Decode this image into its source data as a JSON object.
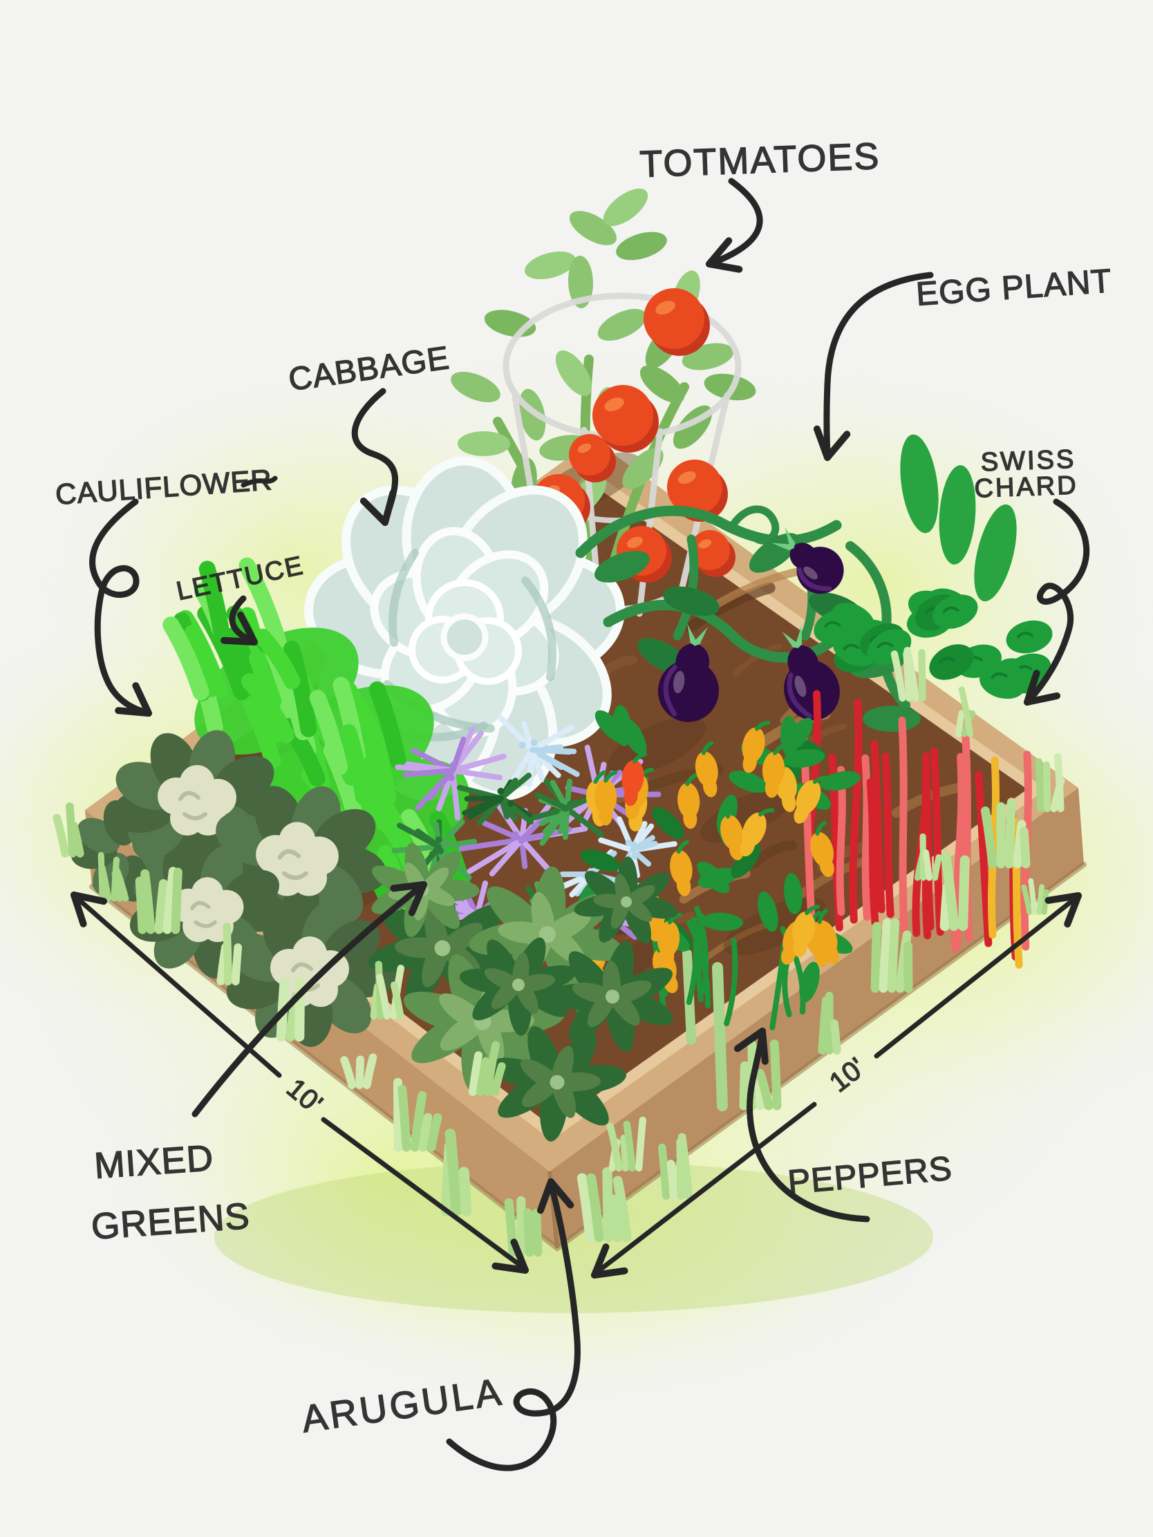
{
  "diagram": {
    "type": "hand-drawn garden bed plan",
    "labels": {
      "tomatoes": "TOTMATOES",
      "eggplant": "EGG PLANT",
      "cabbage": "CABBAGE",
      "cauliflower": "CAULIFLOWER",
      "lettuce": "LETTUCE",
      "swiss_chard": [
        "SWISS",
        "CHARD"
      ],
      "mixed_greens": [
        "MIXED",
        "GREENS"
      ],
      "peppers": "PEPPERS",
      "arugula": "ARUGULA"
    },
    "dimensions": {
      "left_edge": "10'",
      "right_edge": "10'"
    },
    "colors": {
      "ink": "#262626",
      "background": "#f3f3f1",
      "glow_green": "#ddf176",
      "wood_rim": "#d3ad7e",
      "wood_wall_left": "#c1976a",
      "wood_wall_right": "#b88e62",
      "soil": "#76492a",
      "grass_tuft": "#b9e097",
      "tomato_red": "#ea4a20",
      "cage_gray": "#d9d9d7",
      "cabbage_pale": "#dcebe6",
      "eggplant_purple": "#2e0b44",
      "eggplant_vine": "#2f8f46",
      "chard_stem_red": "#d5232e",
      "chard_leaf": "#1e9e3a",
      "pepper_orange": "#efa81e",
      "pepper_red": "#f04e23",
      "lettuce_green": "#46d936",
      "cauliflower_cream": "#dfe2c6",
      "cauliflower_leaf": "#55784e",
      "mixed_purple": "#c9a6ec",
      "mixed_blue": "#d9ecf8",
      "arugula_dark": "#2e6b34",
      "arugula_mid": "#5f9350"
    }
  }
}
